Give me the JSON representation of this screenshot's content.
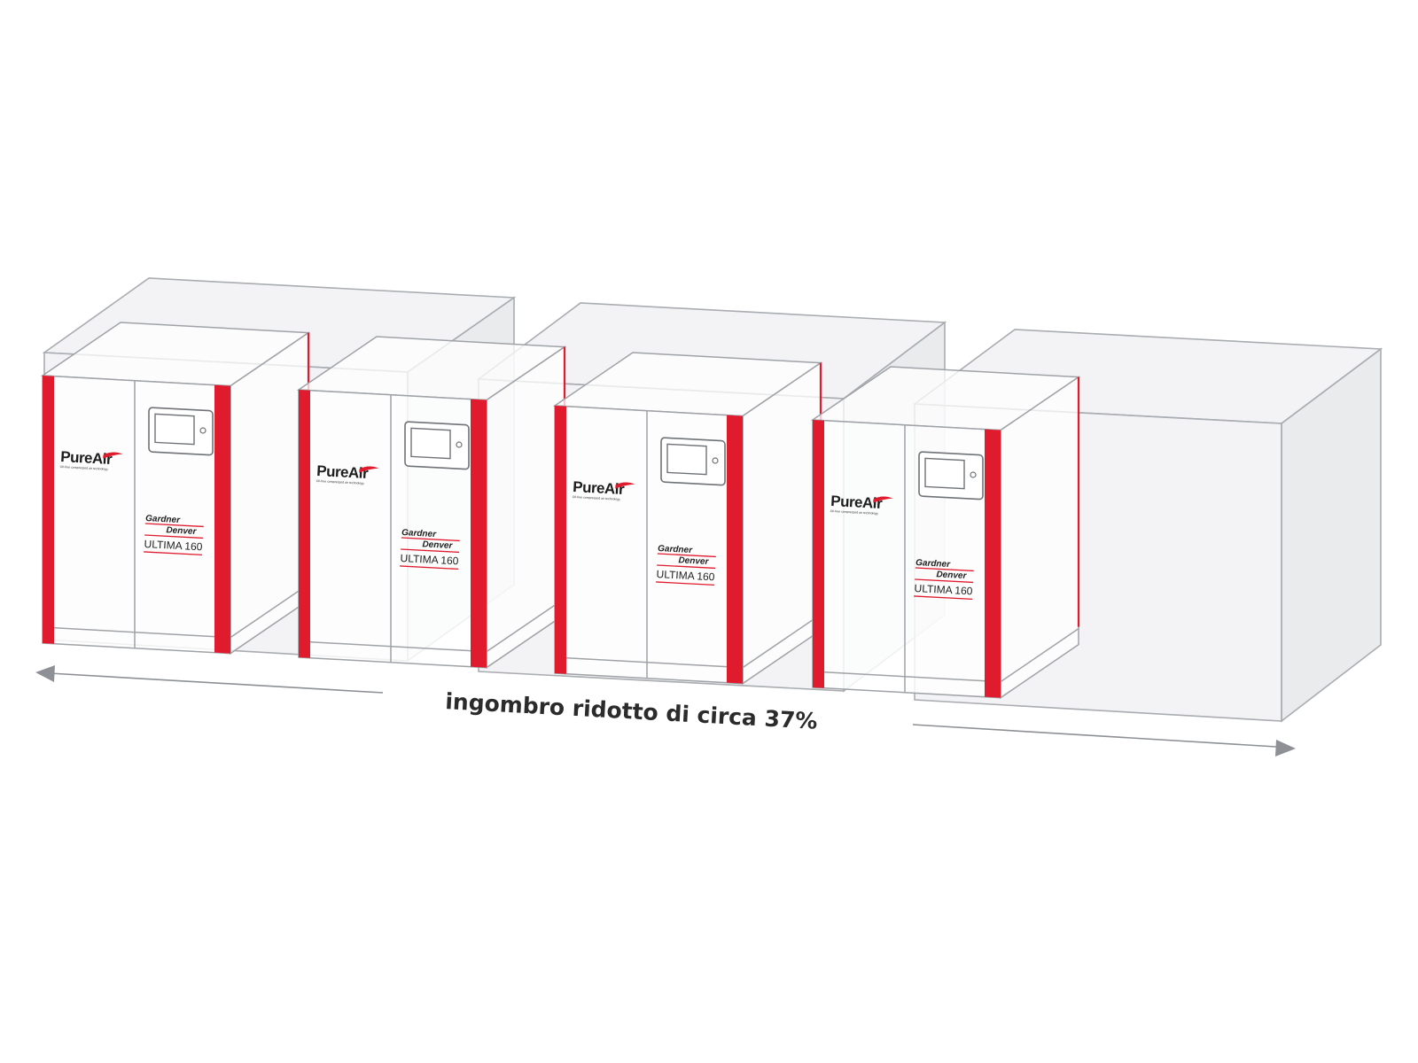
{
  "caption": "ingombro ridotto di circa 37%",
  "unit_labels": {
    "brand": "PureAir",
    "brand_tagline": "Oil-free compressed air technology",
    "maker_line1": "Gardner",
    "maker_line2": "Denver",
    "model": "ULTIMA 160"
  },
  "colors": {
    "accent": "#e01b2d",
    "ghost": "#e9eaec",
    "outline": "#9fa2a6"
  }
}
